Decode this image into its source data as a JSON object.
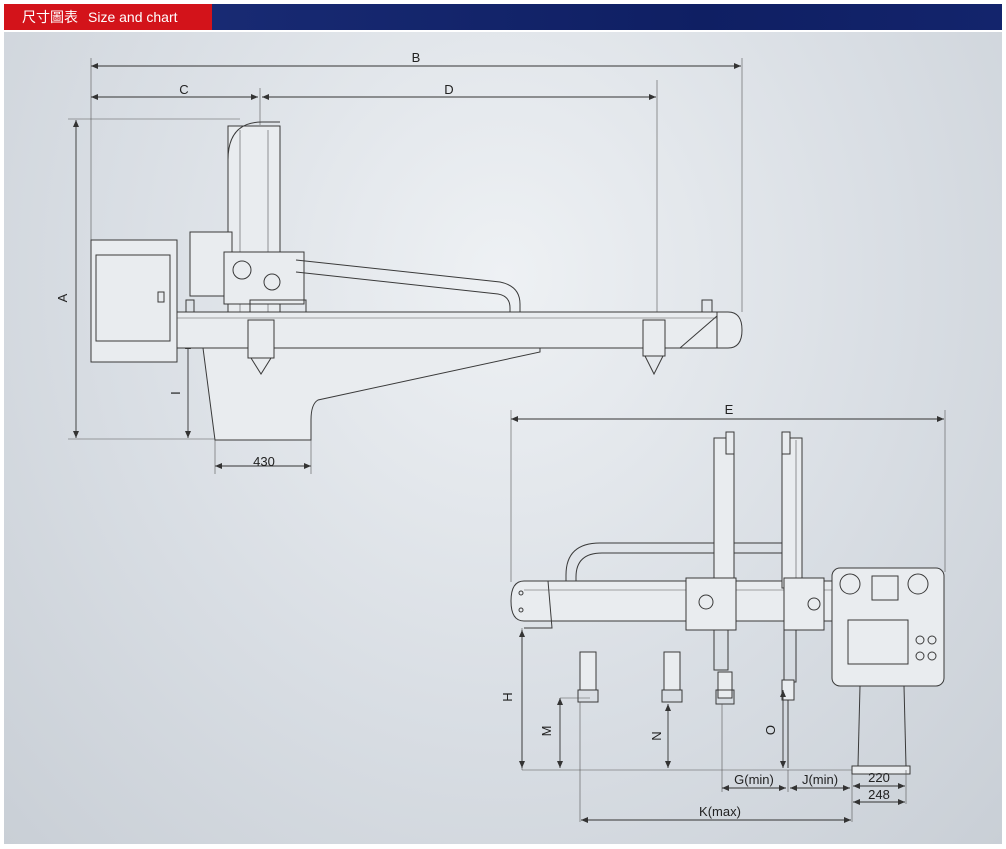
{
  "header": {
    "title_zh": "尺寸圖表",
    "title_en": "Size and chart",
    "tab_color": "#d3131a",
    "bar_color": "#13246c"
  },
  "dimensions": {
    "A": "A",
    "B": "B",
    "C": "C",
    "D": "D",
    "E": "E",
    "I": "I",
    "H": "H",
    "M": "M",
    "N": "N",
    "O": "O",
    "G": "G(min)",
    "J": "J(min)",
    "K": "K(max)",
    "v430": "430",
    "v220": "220",
    "v248": "248"
  }
}
